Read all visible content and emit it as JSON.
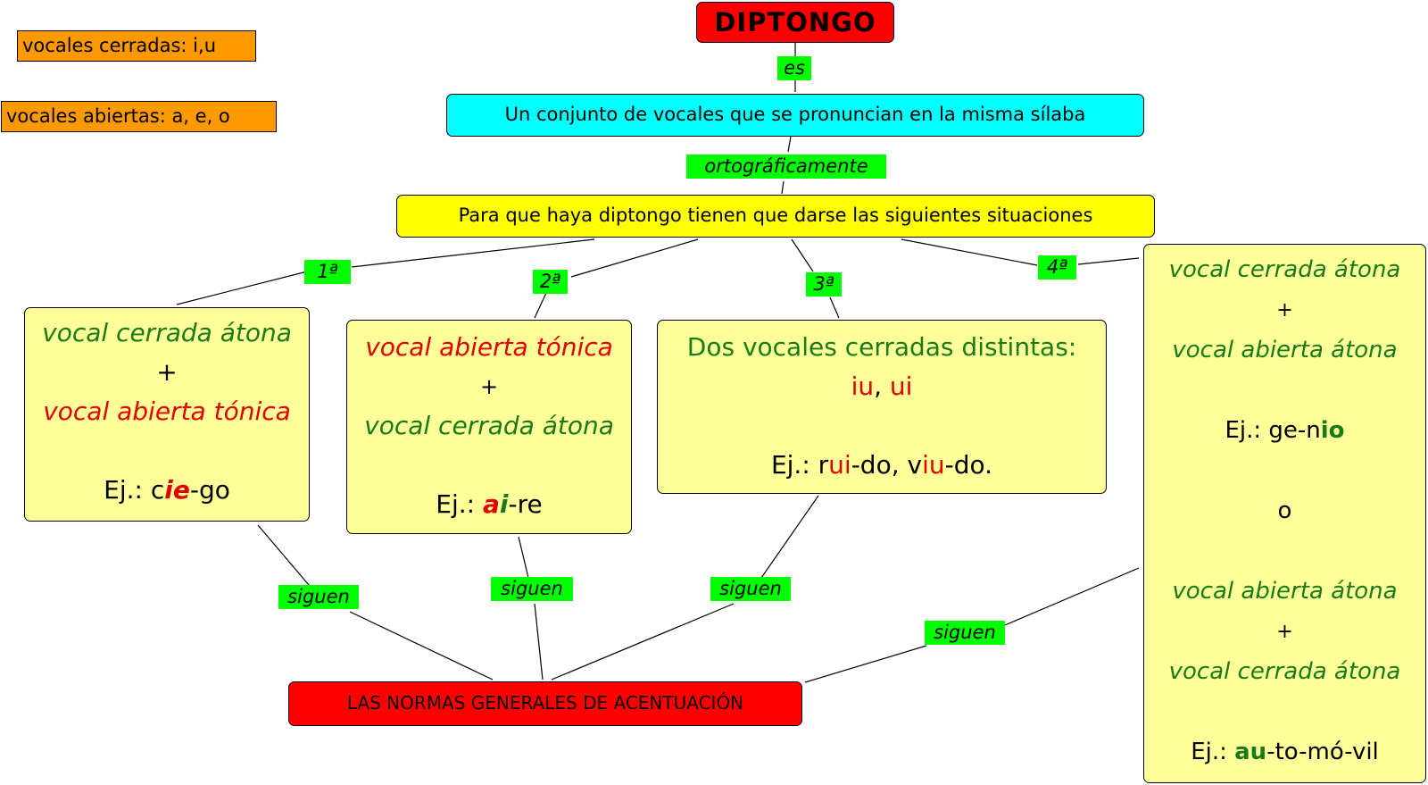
{
  "legend": {
    "closed": "vocales cerradas: i,u",
    "open": "vocales abiertas: a, e, o"
  },
  "title": "DIPTONGO",
  "definition": "Un conjunto de vocales que se pronuncian en la misma sílaba",
  "situations": "Para que haya diptongo tienen que darse las siguientes situaciones",
  "links": {
    "es": "es",
    "ortho": "ortográficamente",
    "first": "1ª",
    "second": "2ª",
    "third": "3ª",
    "fourth": "4ª",
    "follow": "siguen"
  },
  "cards": {
    "c1": {
      "line1": "vocal cerrada átona",
      "plus": "+",
      "line2": "vocal abierta tónica",
      "ex_prefix": "Ej.: c",
      "ex_hl": "ie",
      "ex_suffix": "-go"
    },
    "c2": {
      "line1": "vocal abierta tónica",
      "plus": "+",
      "line2": "vocal cerrada átona",
      "ex_prefix": "Ej.: ",
      "ex_hl1": "a",
      "ex_hl2": "i",
      "ex_suffix": "-re"
    },
    "c3": {
      "line1": "Dos vocales cerradas distintas:",
      "iu": "iu",
      "sep": ", ",
      "ui": "ui",
      "ex1": "Ej.: r",
      "ex_hl1": "ui",
      "ex2": "-do, v",
      "ex_hl2": "iu",
      "ex3": "-do."
    },
    "c4": {
      "line1": "vocal cerrada átona",
      "plus1": "+",
      "line2": "vocal abierta átona",
      "ex_a_prefix": "Ej.: ge-n",
      "ex_a_hl": "io",
      "or": "o",
      "line3": "vocal abierta átona",
      "plus2": "+",
      "line4": "vocal cerrada átona",
      "ex_b_prefix": "Ej.: ",
      "ex_b_hl": "au",
      "ex_b_suffix": "-to-mó-vil"
    }
  },
  "bottom": "LAS NORMAS GENERALES DE ACENTUACIÓN",
  "colors": {
    "title_bg": "#ff0000",
    "definition_bg": "#00ffff",
    "situations_bg": "#ffff00",
    "card_bg": "#ffff99",
    "legend_bg": "#ff9900",
    "link_label_bg": "#00ff00",
    "green_text": "#1a7a1a",
    "red_text": "#e00000"
  }
}
